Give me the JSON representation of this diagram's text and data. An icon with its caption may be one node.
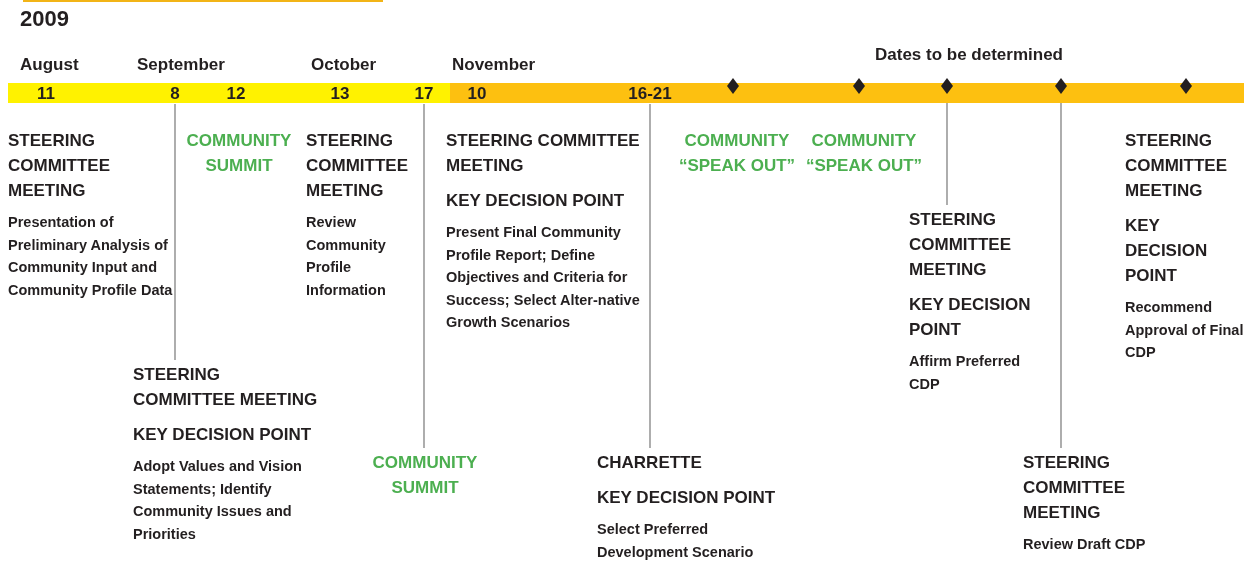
{
  "diagram": {
    "title": "2009",
    "nodes": [
      {
        "text": [
          "11"
        ]
      },
      {
        "text": [
          "8"
        ]
      },
      {
        "text": [
          "12"
        ]
      },
      {
        "text": [
          "13"
        ]
      },
      {
        "text": [
          "17"
        ]
      },
      {
        "text": [
          "10"
        ]
      },
      {
        "text": [
          "16-21"
        ]
      },
      {
        "text": [],
        "shape": "diamond"
      },
      {
        "text": [],
        "shape": "diamond"
      },
      {
        "text": [],
        "shape": "diamond"
      },
      {
        "text": [],
        "shape": "diamond"
      },
      {
        "text": [],
        "shape": "diamond"
      },
      {
        "text": [
          "STEERING COMMITTEE MEETING",
          "Presentation of Preliminary Analysis of Community Input and Community Profile Data"
        ]
      },
      {
        "text": [
          "STEERING COMMITTEE MEETING",
          "KEY DECISION POINT",
          "Adopt Values and Vision Statements; Identify Community Issues and Priorities"
        ]
      },
      {
        "text": [
          "COMMUNITY SUMMIT"
        ]
      },
      {
        "text": [
          "STEERING COMMITTEE MEETING",
          "Review Community Profile Information"
        ]
      },
      {
        "text": [
          "COMMUNITY SUMMIT"
        ]
      },
      {
        "text": [
          "STEERING COMMITTEE MEETING",
          "KEY DECISION POINT",
          "Present Final Community Profile Report; Define Objectives and Criteria for Success; Select Alter-native Growth Scenarios"
        ]
      },
      {
        "text": [
          "CHARRETTE",
          "KEY DECISION POINT",
          "Select Preferred Development Scenario"
        ]
      },
      {
        "text": [
          "COMMUNITY “SPEAK OUT”"
        ]
      },
      {
        "text": [
          "COMMUNITY “SPEAK OUT”"
        ]
      },
      {
        "text": [
          "STEERING COMMITTEE MEETING",
          "KEY DECISION POINT",
          "Affirm Preferred CDP"
        ]
      },
      {
        "text": [
          "STEERING COMMITTEE MEETING",
          "Review Draft CDP"
        ]
      },
      {
        "text": [
          "STEERING COMMITTEE MEETING",
          "KEY DECISION POINT",
          "Recommend Approval of Final CDP"
        ]
      }
    ],
    "edges": [
      {
        "from": 1,
        "to": 13,
        "arrow": "none"
      },
      {
        "from": 4,
        "to": 16,
        "arrow": "none"
      },
      {
        "from": 6,
        "to": 18,
        "arrow": "none"
      },
      {
        "from": 9,
        "to": 21,
        "arrow": "none"
      },
      {
        "from": 10,
        "to": 22,
        "arrow": "none"
      }
    ],
    "labels": [
      "Dates to be determined",
      "August",
      "September",
      "October",
      "November"
    ]
  }
}
